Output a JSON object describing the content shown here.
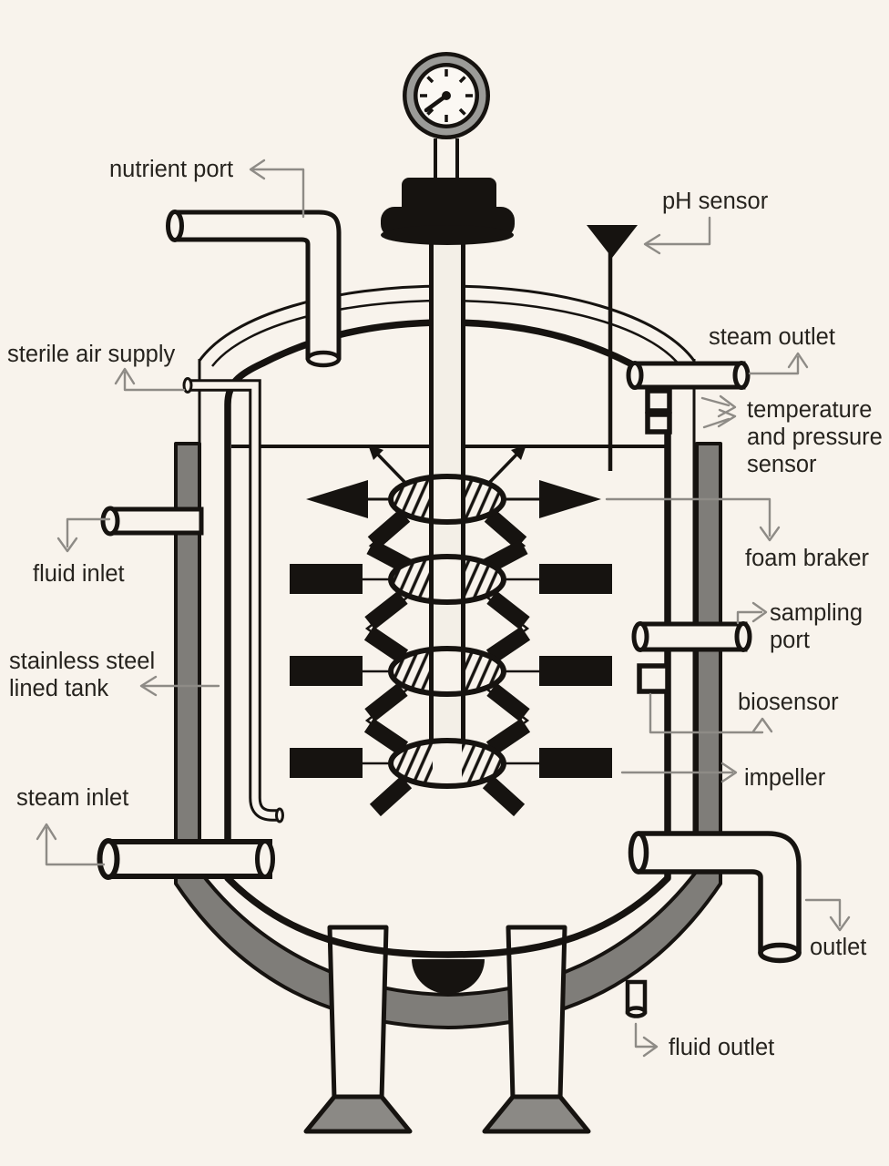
{
  "figure": {
    "type": "labeled-diagram",
    "subject": "stirred tank bioreactor / fermenter",
    "labels": {
      "nutrient_port": "nutrient port",
      "ph_sensor": "pH sensor",
      "sterile_air_supply": "sterile air supply",
      "steam_outlet": "steam outlet",
      "temp_pressure_sensor": [
        "temperature",
        "and pressure",
        "sensor"
      ],
      "fluid_inlet": "fluid inlet",
      "foam_braker": "foam braker",
      "stainless_steel_lined_tank": [
        "stainless steel",
        "lined tank"
      ],
      "sampling_port": [
        "sampling",
        "port"
      ],
      "biosensor": "biosensor",
      "steam_inlet": "steam inlet",
      "impeller": "impeller",
      "outlet": "outlet",
      "fluid_outlet": "fluid outlet"
    },
    "colors": {
      "background": "#f8f3ec",
      "ink": "#161310",
      "jacket": "#7f7d79",
      "foot": "#8b8985",
      "leader": "#8e8b86",
      "text": "#26231e",
      "shaft_fill": "#f3efe7",
      "gauge_ring": "#9b9b98",
      "gauge_face": "#fbf8f3"
    }
  }
}
